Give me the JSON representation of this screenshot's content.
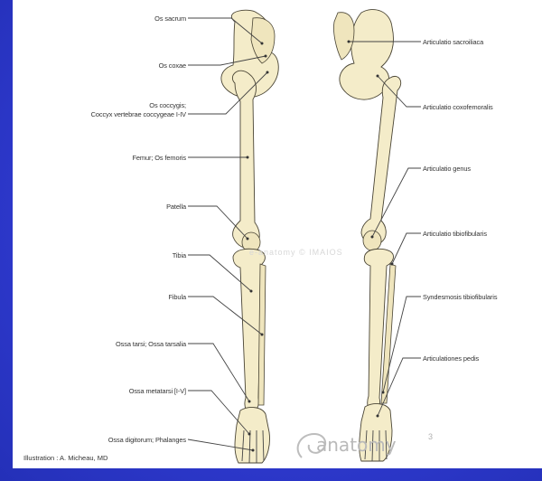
{
  "left_labels": [
    "Os sacrum",
    "Os coxae",
    "Os coccygis;",
    "Coccyx vertebrae coccygeae I-IV",
    "Femur; Os femoris",
    "Patella",
    "Tibia",
    "Fibula",
    "Ossa tarsi; Ossa tarsalia",
    "Ossa metatarsi [I-V]",
    "Ossa digitorum; Phalanges"
  ],
  "right_labels": [
    "Articulatio sacroiliaca",
    "Articulatio coxofemoralis",
    "Articulatio genus",
    "Articulatio tibiofibularis",
    "Syndesmosis tibiofibularis",
    "Articulationes pedis"
  ],
  "credit": "Illustration : A. Micheau, MD",
  "logo": {
    "text": "anatomy",
    "superscript": "3"
  },
  "watermark": "e-anatomy © IMAIOS",
  "colors": {
    "background": "#2e38c9",
    "panel": "#ffffff",
    "bone": "#f4ecc9"
  }
}
